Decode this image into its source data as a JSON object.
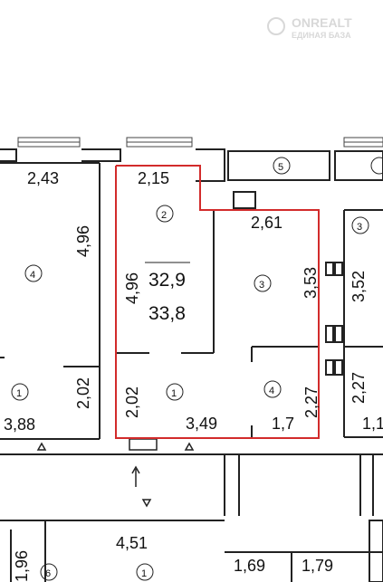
{
  "watermark": {
    "brand": "ONREALT",
    "sub": "ЕДИНАЯ БАЗА"
  },
  "highlight_color": "#d22b2b",
  "floor_plan": {
    "rooms": {
      "left": {
        "width": "2,43",
        "height": "4,96",
        "number": "4",
        "hall_number": "1",
        "hall_width": "3,88",
        "hall_height": "2,02"
      },
      "unit": {
        "top_width": "2,15",
        "kitchen_number": "2",
        "total_area": "32,9",
        "living_area": "33,8",
        "side_height": "4,96",
        "main_width": "2,61",
        "main_number": "3",
        "main_height": "3,53",
        "hall_number": "1",
        "hall_height": "2,02",
        "hall_width": "3,49",
        "bath_number": "4",
        "bath_height": "2,27",
        "bath_width": "1,7"
      },
      "right": {
        "number": "3",
        "height": "3,52",
        "lower_height": "2,27",
        "lower_width": "1,1"
      },
      "stair_number": "5",
      "bottom": {
        "room_a_height": "1,96",
        "room_a_number": "6",
        "corridor_width": "4,51",
        "corridor_number": "1",
        "w1": "1,69",
        "w2": "1,79"
      }
    }
  }
}
